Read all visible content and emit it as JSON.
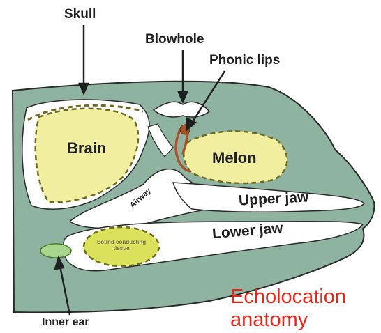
{
  "labels": {
    "skull": "Skull",
    "blowhole": "Blowhole",
    "phonic_lips": "Phonic lips",
    "brain": "Brain",
    "melon": "Melon",
    "airway": "Airway",
    "upper_jaw": "Upper jaw",
    "lower_jaw": "Lower jaw",
    "sound_tissue": "Sound conducting tissue",
    "inner_ear": "Inner ear"
  },
  "caption": {
    "line1": "Echolocation",
    "line2": "anatomy"
  },
  "colors": {
    "tissue": "#8fb3a1",
    "organ_fill": "#f1ef9f",
    "inner_ear": "#a8d68c",
    "phonic_lips": "#a7542a",
    "caption": "#e8271a",
    "outline": "#2a2a2a"
  }
}
